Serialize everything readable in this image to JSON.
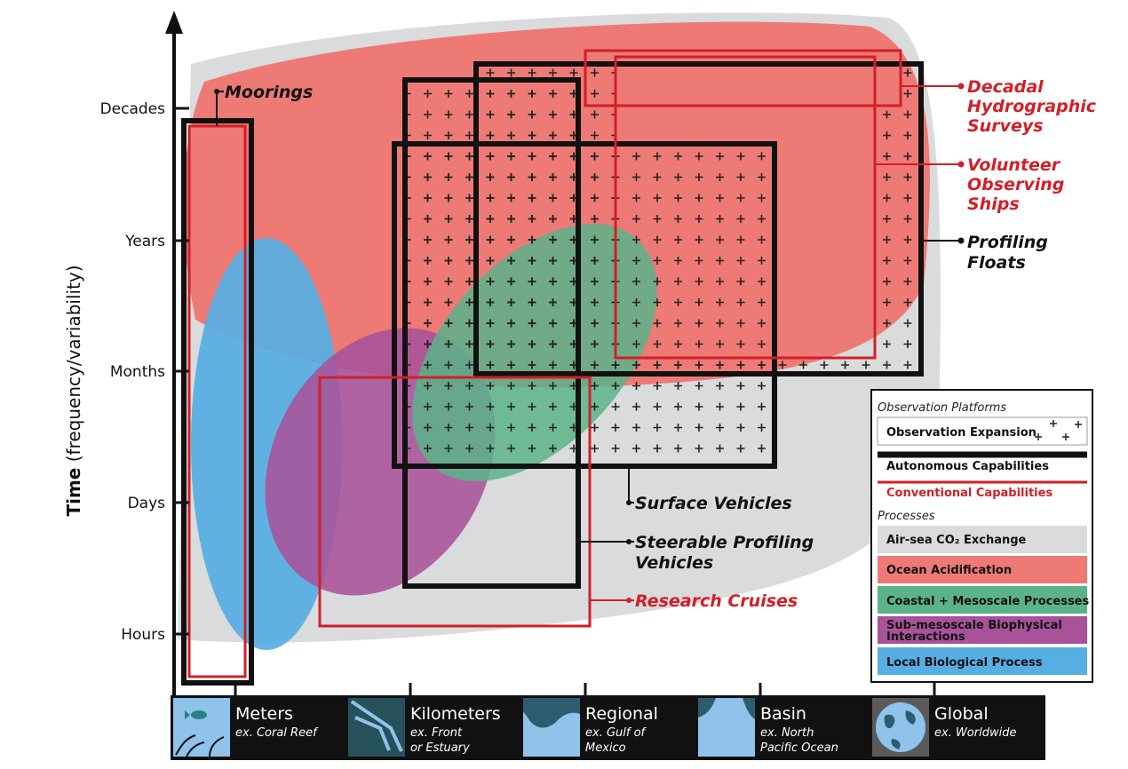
{
  "y_axis": {
    "title_bold": "Time",
    "title_rest": " (frequency/variability)",
    "ticks": [
      "Decades",
      "Years",
      "Months",
      "Days",
      "Hours"
    ]
  },
  "platform_labels": {
    "moorings": "Moorings",
    "decadal_1": "Decadal",
    "decadal_2": "Hydrographic",
    "decadal_3": "Surveys",
    "volunteer_1": "Volunteer",
    "volunteer_2": "Observing",
    "volunteer_3": "Ships",
    "floats_1": "Profiling",
    "floats_2": "Floats",
    "surface": "Surface Vehicles",
    "steerable_1": "Steerable Profiling",
    "steerable_2": "Vehicles",
    "cruises": "Research Cruises"
  },
  "legend": {
    "platforms_heading": "Observation Platforms",
    "expansion": "Observation Expansion",
    "autonomous": "Autonomous Capabilities",
    "conventional": "Conventional Capabilities",
    "processes_heading": "Processes",
    "co2": "Air-sea CO₂ Exchange",
    "acid": "Ocean Acidification",
    "coastal": "Coastal + Mesoscale Processes",
    "submeso_1": "Sub-mesoscale Biophysical",
    "submeso_2": "Interactions",
    "local": "Local Biological Process"
  },
  "x_scale": [
    {
      "title": "Meters",
      "sub1": "ex. Coral Reef",
      "sub2": ""
    },
    {
      "title": "Kilometers",
      "sub1": "ex. Front",
      "sub2": "or Estuary"
    },
    {
      "title": "Regional",
      "sub1": "ex. Gulf of",
      "sub2": "Mexico"
    },
    {
      "title": "Basin",
      "sub1": "ex. North",
      "sub2": "Pacific Ocean"
    },
    {
      "title": "Global",
      "sub1": "ex. Worldwide",
      "sub2": ""
    }
  ],
  "colors": {
    "co2": "#d9dbdc",
    "acid": "#ee7a76",
    "coastal": "#5bb38a",
    "submeso": "#a8529a",
    "local": "#56aee2",
    "autonomous": "#111111",
    "conventional": "#d21f26",
    "bar": "#111111"
  }
}
